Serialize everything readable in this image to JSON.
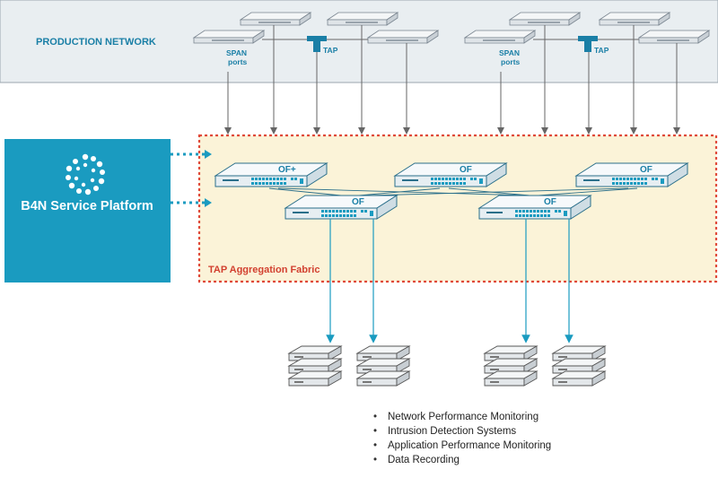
{
  "production_network": {
    "title": "PRODUCTION NETWORK"
  },
  "labels": {
    "span_ports_left": "SPAN\nports",
    "span_ports_right": "SPAN\nports",
    "tap_left": "TAP",
    "tap_right": "TAP",
    "of_switch_1": "OF+",
    "of_switch_2": "OF",
    "of_switch_3": "OF",
    "of_switch_4": "OF",
    "of_switch_5": "OF"
  },
  "platform": {
    "name": "B4N Service Platform"
  },
  "fabric": {
    "label": "TAP Aggregation Fabric"
  },
  "tools": [
    "Network Performance Monitoring",
    "Intrusion Detection Systems",
    "Application Performance Monitoring",
    "Data Recording"
  ],
  "colors": {
    "teal": "#1a9bc0",
    "fabric_border": "#e04a3a",
    "fabric_fill": "#fbf3d8",
    "production_fill": "#e9eef1"
  }
}
